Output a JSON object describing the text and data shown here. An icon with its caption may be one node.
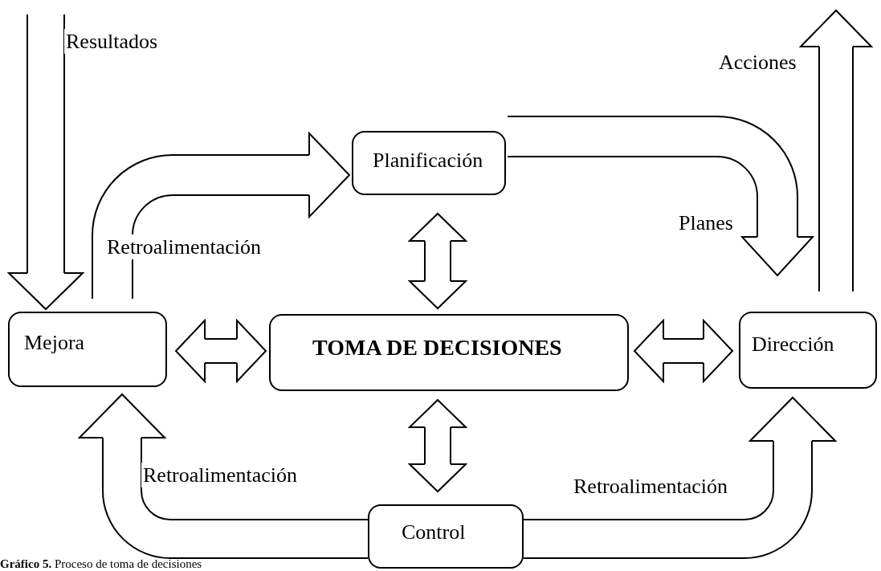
{
  "diagram": {
    "caption": "**Gráfico 5.** Proceso de toma de decisiones",
    "nodes": [
      {
        "text": [
          "Mejora"
        ]
      },
      {
        "text": [
          "Planificación"
        ]
      },
      {
        "text": [
          "TOMA DE DECISIONES"
        ]
      },
      {
        "text": [
          "Dirección"
        ]
      },
      {
        "text": [
          "Control"
        ]
      }
    ],
    "edges": [
      {
        "from": null,
        "to": 0,
        "arrow": "to",
        "label": "Resultados"
      },
      {
        "from": 0,
        "to": 1,
        "arrow": "to",
        "label": "Retroalimentación"
      },
      {
        "from": 1,
        "to": 3,
        "arrow": "to",
        "label": "Planes"
      },
      {
        "from": 3,
        "to": null,
        "arrow": "to",
        "label": "Acciones"
      },
      {
        "from": 1,
        "to": 2,
        "arrow": "both"
      },
      {
        "from": 0,
        "to": 2,
        "arrow": "both"
      },
      {
        "from": 2,
        "to": 3,
        "arrow": "both"
      },
      {
        "from": 2,
        "to": 4,
        "arrow": "both"
      },
      {
        "from": 4,
        "to": 0,
        "arrow": "to",
        "label": "Retroalimentación"
      },
      {
        "from": 4,
        "to": 3,
        "arrow": "to",
        "label": "Retroalimentación"
      }
    ]
  }
}
